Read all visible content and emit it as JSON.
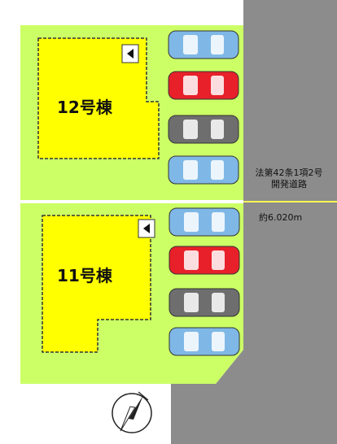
{
  "lots": [
    {
      "label": "12号棟",
      "fill": "#ffff00"
    },
    {
      "label": "11号棟",
      "fill": "#ffff00"
    }
  ],
  "road": {
    "note_line1": "法第42条1項2号",
    "note_line2": "開発道路",
    "width": "約6.020m",
    "color": "#8c8c8c"
  },
  "site_color": "#ccff66",
  "parking": {
    "upper": [
      "blue",
      "red",
      "gray",
      "blue"
    ],
    "lower": [
      "blue",
      "red",
      "gray",
      "blue"
    ]
  },
  "car_colors": {
    "blue": "#7fb8e6",
    "red": "#e8202a",
    "gray": "#6e6e6e"
  },
  "compass_icon": "north-arrow"
}
